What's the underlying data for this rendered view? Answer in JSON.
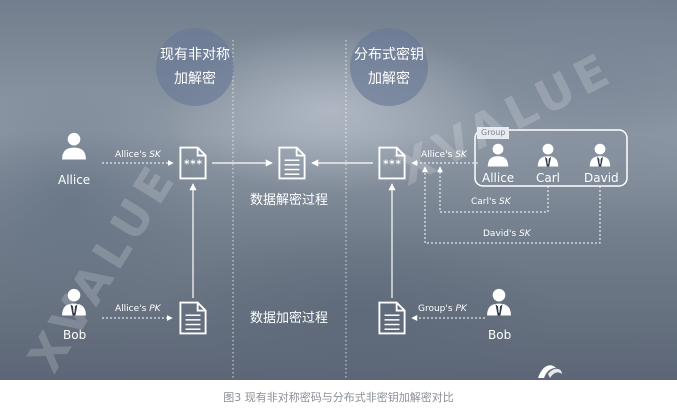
{
  "left_section": {
    "title_line1": "现有非对称",
    "title_line2": "加解密"
  },
  "right_section": {
    "title_line1": "分布式密钥",
    "title_line2": "加解密"
  },
  "watermark": "XVALUE",
  "users": {
    "allice": "Allice",
    "bob_left": "Bob",
    "bob_right": "Bob",
    "carl": "Carl",
    "david": "David",
    "group_allice": "Allice"
  },
  "group": {
    "tag": "Group"
  },
  "keys": {
    "allice_sk_name": "Allice's",
    "allice_pk_name": "Allice's",
    "right_allice_sk_name": "Allice's",
    "carl_sk_name": "Carl's",
    "david_sk_name": "David's",
    "group_pk_name": "Group's",
    "sk": "SK",
    "pk": "PK"
  },
  "process": {
    "decrypt": "数据解密过程",
    "encrypt": "数据加密过程"
  },
  "caption": "图3 现有非对称密码与分布式非密钥加解密对比",
  "icons": [
    "user-icon",
    "document-icon",
    "encrypted-document-icon"
  ],
  "colors": {
    "line": "#ffffff",
    "circle": "#687a96",
    "caption": "#8a8f96"
  }
}
